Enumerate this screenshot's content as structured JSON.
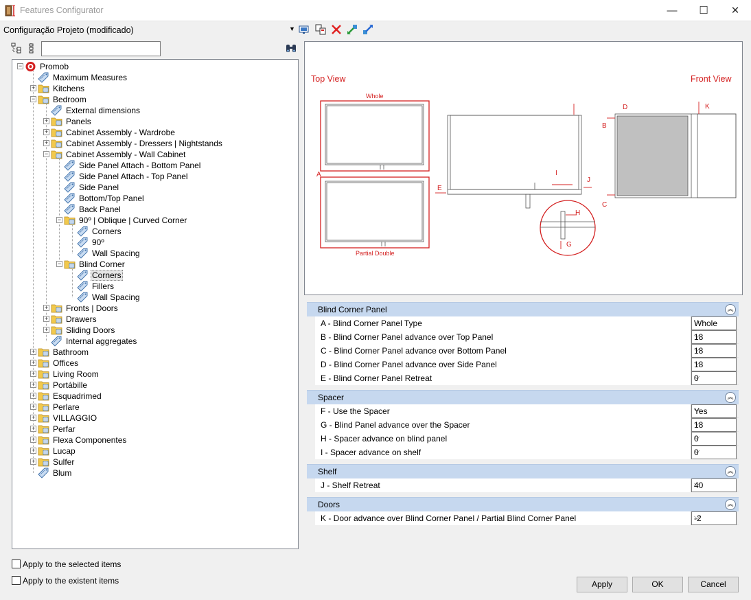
{
  "window": {
    "title": "Features Configurator",
    "minimize": "—",
    "maximize": "☐",
    "close": "✕"
  },
  "config": {
    "label": "Configuração Projeto (modificado)",
    "arrow": "▼"
  },
  "toolbar_icons": [
    "monitor-icon",
    "copy-icon",
    "delete-icon",
    "import-icon",
    "export-icon"
  ],
  "search": {
    "value": ""
  },
  "tree": [
    {
      "label": "Promob",
      "level": 0,
      "expander": "−",
      "icon": "logo"
    },
    {
      "label": "Maximum Measures",
      "level": 1,
      "expander": "",
      "icon": "tag"
    },
    {
      "label": "Kitchens",
      "level": 1,
      "expander": "+",
      "icon": "folder"
    },
    {
      "label": "Bedroom",
      "level": 1,
      "expander": "−",
      "icon": "folder"
    },
    {
      "label": "External dimensions",
      "level": 2,
      "expander": "",
      "icon": "tag"
    },
    {
      "label": "Panels",
      "level": 2,
      "expander": "+",
      "icon": "folder"
    },
    {
      "label": "Cabinet Assembly - Wardrobe",
      "level": 2,
      "expander": "+",
      "icon": "folder"
    },
    {
      "label": "Cabinet Assembly - Dressers | Nightstands",
      "level": 2,
      "expander": "+",
      "icon": "folder"
    },
    {
      "label": "Cabinet Assembly - Wall Cabinet",
      "level": 2,
      "expander": "−",
      "icon": "folder"
    },
    {
      "label": "Side Panel Attach - Bottom Panel",
      "level": 3,
      "expander": "",
      "icon": "tag"
    },
    {
      "label": " Side Panel Attach - Top Panel",
      "level": 3,
      "expander": "",
      "icon": "tag"
    },
    {
      "label": "Side Panel",
      "level": 3,
      "expander": "",
      "icon": "tag"
    },
    {
      "label": "Bottom/Top Panel",
      "level": 3,
      "expander": "",
      "icon": "tag"
    },
    {
      "label": "Back Panel",
      "level": 3,
      "expander": "",
      "icon": "tag"
    },
    {
      "label": "90º | Oblique | Curved Corner",
      "level": 3,
      "expander": "−",
      "icon": "folder"
    },
    {
      "label": "Corners",
      "level": 4,
      "expander": "",
      "icon": "tag"
    },
    {
      "label": "90º",
      "level": 4,
      "expander": "",
      "icon": "tag"
    },
    {
      "label": "Wall Spacing",
      "level": 4,
      "expander": "",
      "icon": "tag"
    },
    {
      "label": "Blind Corner",
      "level": 3,
      "expander": "−",
      "icon": "folder"
    },
    {
      "label": "Corners",
      "level": 4,
      "expander": "",
      "icon": "tag",
      "selected": true
    },
    {
      "label": "Fillers",
      "level": 4,
      "expander": "",
      "icon": "tag"
    },
    {
      "label": "Wall Spacing",
      "level": 4,
      "expander": "",
      "icon": "tag"
    },
    {
      "label": "Fronts | Doors",
      "level": 2,
      "expander": "+",
      "icon": "folder"
    },
    {
      "label": "Drawers",
      "level": 2,
      "expander": "+",
      "icon": "folder"
    },
    {
      "label": "Sliding Doors",
      "level": 2,
      "expander": "+",
      "icon": "folder"
    },
    {
      "label": "Internal aggregates",
      "level": 2,
      "expander": "",
      "icon": "tag"
    },
    {
      "label": "Bathroom",
      "level": 1,
      "expander": "+",
      "icon": "folder"
    },
    {
      "label": "Offices",
      "level": 1,
      "expander": "+",
      "icon": "folder"
    },
    {
      "label": "Living Room",
      "level": 1,
      "expander": "+",
      "icon": "folder"
    },
    {
      "label": "Portábille",
      "level": 1,
      "expander": "+",
      "icon": "folder"
    },
    {
      "label": "Esquadrimed",
      "level": 1,
      "expander": "+",
      "icon": "folder"
    },
    {
      "label": "Perlare",
      "level": 1,
      "expander": "+",
      "icon": "folder"
    },
    {
      "label": "VILLAGGIO",
      "level": 1,
      "expander": "+",
      "icon": "folder"
    },
    {
      "label": "Perfar",
      "level": 1,
      "expander": "+",
      "icon": "folder"
    },
    {
      "label": "Flexa Componentes",
      "level": 1,
      "expander": "+",
      "icon": "folder"
    },
    {
      "label": "Lucap",
      "level": 1,
      "expander": "+",
      "icon": "folder"
    },
    {
      "label": "Sulfer",
      "level": 1,
      "expander": "+",
      "icon": "folder"
    },
    {
      "label": "Blum",
      "level": 1,
      "expander": "",
      "icon": "tag"
    }
  ],
  "preview": {
    "top_view": "Top View",
    "front_view": "Front View",
    "whole": "Whole",
    "partial_double": "Partial Double",
    "dims": {
      "A": "A",
      "B": "B",
      "C": "C",
      "D": "D",
      "E": "E",
      "G": "G",
      "H": "H",
      "I": "I",
      "J": "J",
      "K": "K"
    },
    "colors": {
      "accent": "#d42020",
      "panel": "#c0c0c0"
    }
  },
  "sections": [
    {
      "title": "Blind Corner Panel",
      "collapse": "︽",
      "rows": [
        {
          "name": "A - Blind Corner Panel Type",
          "value": "Whole"
        },
        {
          "name": "B - Blind Corner Panel advance over Top Panel",
          "value": "18"
        },
        {
          "name": "C - Blind Corner Panel advance over Bottom Panel",
          "value": "18"
        },
        {
          "name": "D - Blind Corner Panel advance over Side Panel",
          "value": "18"
        },
        {
          "name": "E - Blind Corner Panel Retreat",
          "value": "0"
        }
      ]
    },
    {
      "title": "Spacer",
      "collapse": "︽",
      "rows": [
        {
          "name": "F - Use the Spacer",
          "value": "Yes"
        },
        {
          "name": "G - Blind Panel advance over the Spacer",
          "value": "18"
        },
        {
          "name": "H - Spacer advance on blind panel",
          "value": "0"
        },
        {
          "name": "I - Spacer advance on shelf",
          "value": "0"
        }
      ]
    },
    {
      "title": "Shelf",
      "collapse": "︽",
      "rows": [
        {
          "name": "J - Shelf Retreat",
          "value": "40"
        }
      ]
    },
    {
      "title": "Doors",
      "collapse": "︽",
      "rows": [
        {
          "name": "K - Door advance over Blind Corner Panel / Partial Blind Corner Panel",
          "value": "-2"
        }
      ]
    }
  ],
  "options": {
    "apply_selected": "Apply to the selected items",
    "apply_existent": "Apply to the existent items"
  },
  "buttons": {
    "apply": "Apply",
    "ok": "OK",
    "cancel": "Cancel"
  },
  "dropdown_glyph": "⌵"
}
